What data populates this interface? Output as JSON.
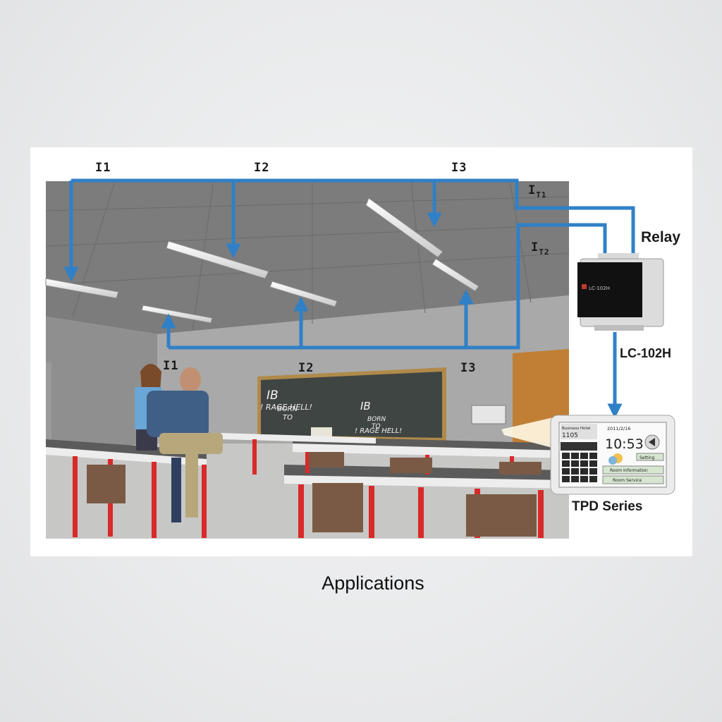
{
  "diagram": {
    "top_circuit_labels": [
      "I1",
      "I2",
      "I3"
    ],
    "bottom_circuit_labels": [
      "I1",
      "I2",
      "I3"
    ],
    "trunk_labels": {
      "it1_main": "I",
      "it1_sub": "T1",
      "it2_main": "I",
      "it2_sub": "T2"
    },
    "relay_label": "Relay",
    "controller_label": "LC-102H",
    "controller_face_text": "LC-102H",
    "panel_label": "TPD Series",
    "chalkboard": {
      "line1": "IB",
      "line2": "BORN",
      "line3": "TO",
      "line4": "! RAGE HELL!"
    },
    "touch_panel": {
      "header": "Business Hotel",
      "room": "1105",
      "date": "2011/2/16",
      "time": "10:53",
      "btn_setting": "Setting",
      "btn_room_info": "Room Information",
      "btn_room_service": "Room Service"
    },
    "colors": {
      "wire": "#2f80c7",
      "wall": "#a9a9a9",
      "ceiling": "#7c7c7c",
      "desk_leg": "#d82a2a"
    }
  },
  "caption": "Applications"
}
